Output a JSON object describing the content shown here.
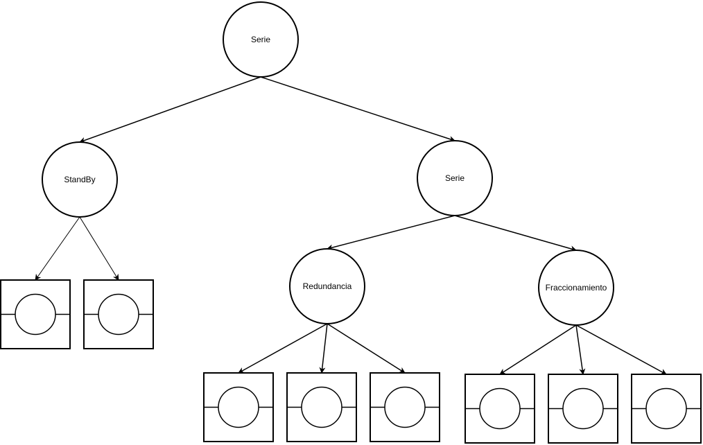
{
  "diagram": {
    "type": "tree",
    "description": "Reliability block hierarchy",
    "nodes": [
      {
        "id": "root",
        "label": "Serie",
        "kind": "operator"
      },
      {
        "id": "standby",
        "label": "StandBy",
        "kind": "operator",
        "parent": "root"
      },
      {
        "id": "serie2",
        "label": "Serie",
        "kind": "operator",
        "parent": "root"
      },
      {
        "id": "redundancia",
        "label": "Redundancia",
        "kind": "operator",
        "parent": "serie2"
      },
      {
        "id": "fraccionamiento",
        "label": "Fraccionamiento",
        "kind": "operator",
        "parent": "serie2"
      },
      {
        "id": "c1",
        "label": "",
        "kind": "component",
        "parent": "standby"
      },
      {
        "id": "c2",
        "label": "",
        "kind": "component",
        "parent": "standby"
      },
      {
        "id": "c3",
        "label": "",
        "kind": "component",
        "parent": "redundancia"
      },
      {
        "id": "c4",
        "label": "",
        "kind": "component",
        "parent": "redundancia"
      },
      {
        "id": "c5",
        "label": "",
        "kind": "component",
        "parent": "redundancia"
      },
      {
        "id": "c6",
        "label": "",
        "kind": "component",
        "parent": "fraccionamiento"
      },
      {
        "id": "c7",
        "label": "",
        "kind": "component",
        "parent": "fraccionamiento"
      },
      {
        "id": "c8",
        "label": "",
        "kind": "component",
        "parent": "fraccionamiento"
      }
    ]
  }
}
